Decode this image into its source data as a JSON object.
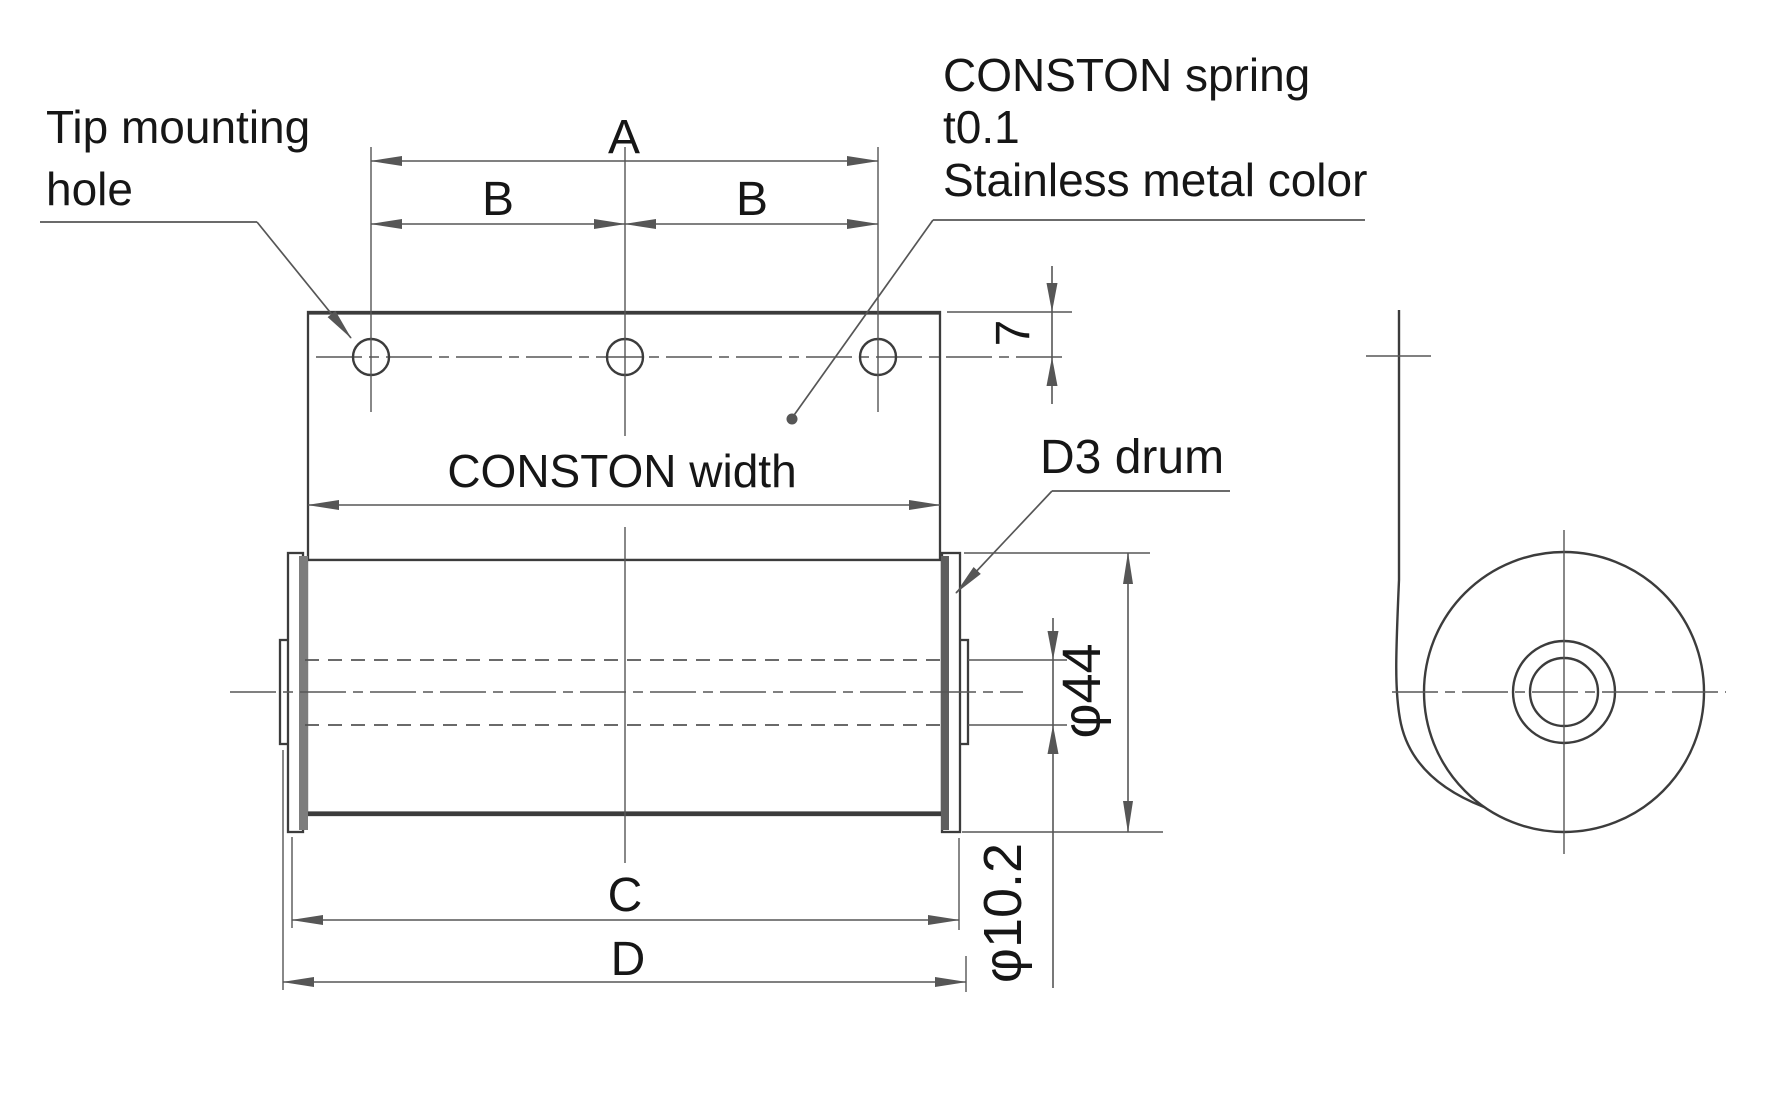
{
  "page": {
    "description": "Engineering drawing of a CONSTON spring drum unit, front view and side view",
    "background": "#ffffff"
  },
  "colors": {
    "line": "#565656",
    "line_dark": "#3c3c3c",
    "text": "#161616",
    "flange_shade": "#7d7d7d",
    "background": "#ffffff"
  },
  "annotations": {
    "tip_mounting_hole": {
      "line1": "Tip mounting",
      "line2": "hole"
    },
    "spring_note": {
      "line1": "CONSTON spring",
      "line2": "t0.1",
      "line3": "Stainless metal color"
    },
    "d3_drum": "D3 drum"
  },
  "dimensions": {
    "a": "A",
    "b_left": "B",
    "b_right": "B",
    "c": "C",
    "d": "D",
    "plate_edge_to_hole_center": "7",
    "conston_width": "CONSTON width",
    "drum_flange_diameter": "φ44",
    "shaft_diameter": "φ10.2"
  }
}
